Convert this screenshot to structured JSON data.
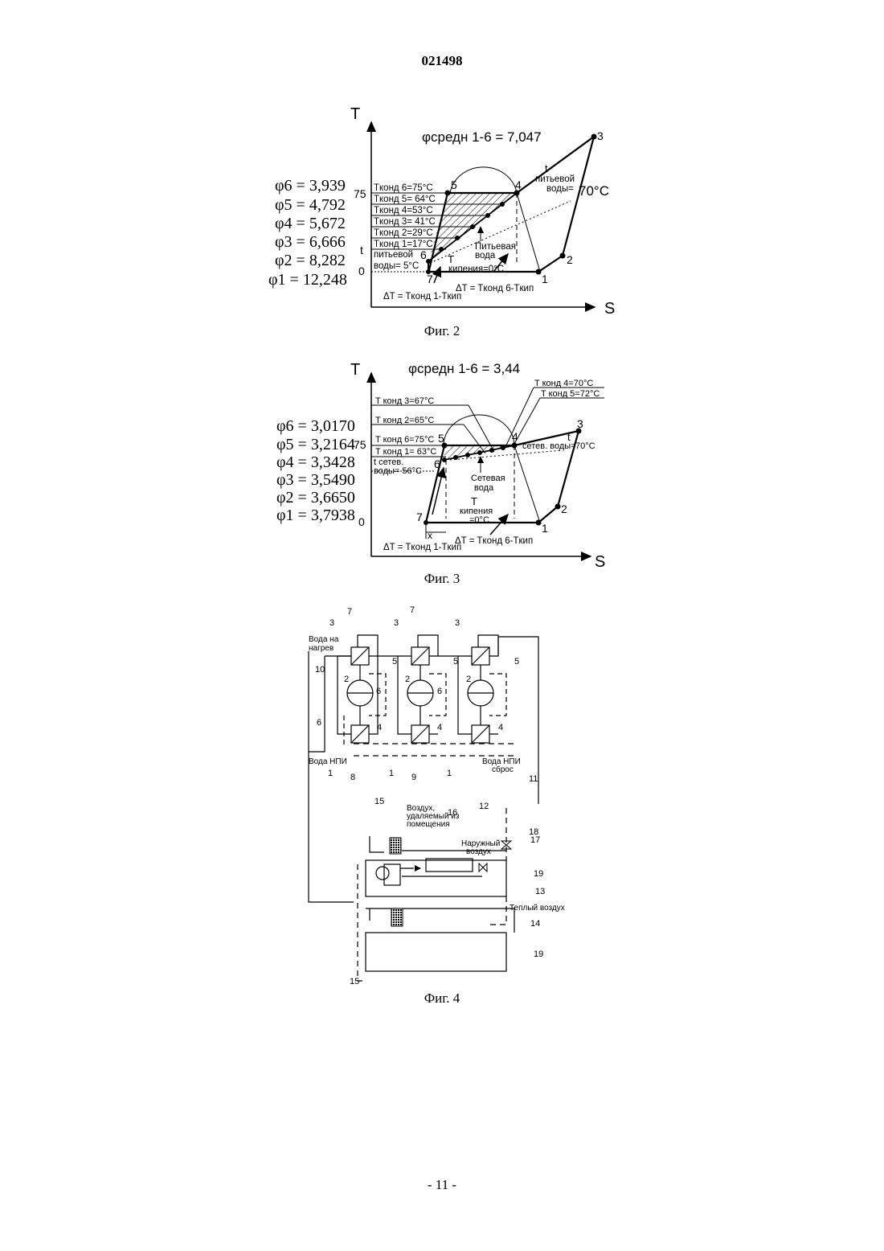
{
  "header": {
    "patent_number": "021498"
  },
  "footer": {
    "page_number": "- 11 -"
  },
  "fig2": {
    "caption": "Фиг. 2",
    "axis_t": "T",
    "axis_s": "S",
    "phi_avg": "φсредн 1-6 = 7,047",
    "phi_list": [
      "φ6 = 3,939",
      "φ5 = 4,792",
      "φ4 = 5,672",
      "φ3 = 6,666",
      "φ2 = 8,282",
      "φ1 = 12,248"
    ],
    "cond_labels": [
      "Tконд 6=75°C",
      "Tконд 5= 64°C",
      "Tконд 4=53°C",
      "Tконд 3= 41°C",
      "Tконд 2=29°C",
      "Tконд 1=17°C"
    ],
    "y75": "75",
    "y0": "0",
    "t_label": "t",
    "water_in": [
      "питьевой",
      "воды= 5°C"
    ],
    "water_out": [
      "t",
      "питьевой",
      "воды=",
      "70°C"
    ],
    "drink_water": [
      "Питьевая",
      "вода"
    ],
    "t_boil": [
      "T",
      "кипения=0°C"
    ],
    "dt_left": "ΔT = Tконд 1-Tкип",
    "dt_right": "ΔT = Tконд 6-Tкип",
    "points": [
      "1",
      "2",
      "3",
      "4",
      "5",
      "6",
      "7"
    ]
  },
  "fig3": {
    "caption": "Фиг. 3",
    "axis_t": "T",
    "axis_s": "S",
    "phi_avg": "φсредн 1-6 = 3,44",
    "phi_list": [
      "φ6 = 3,0170",
      "φ5 = 3,2164",
      "φ4 = 3,3428",
      "φ3 = 3,5490",
      "φ2 = 3,6650",
      "φ1 = 3,7938"
    ],
    "cond3": "T конд 3=67°C",
    "cond2": "T конд 2=65°C",
    "cond6": "T конд 6=75°C",
    "cond1": "T конд 1= 63°C",
    "cond4": "T конд 4=70°C",
    "cond5": "T конд 5=72°C",
    "y75": "75",
    "y0": "0",
    "water_in": [
      "t сетев.",
      "воды=  56°C"
    ],
    "water_out": [
      "t",
      "сетев. воды=",
      "70°C"
    ],
    "net_water": [
      "Сетевая",
      "вода"
    ],
    "t_boil": [
      "T",
      "кипения",
      "=0°C"
    ],
    "x_label": "x",
    "dt_left": "ΔT = Tконд 1-Tкип",
    "dt_right": "ΔT = Tконд 6-Tкип",
    "points": [
      "1",
      "2",
      "3",
      "4",
      "5",
      "6",
      "7"
    ]
  },
  "fig4": {
    "caption": "Фиг. 4",
    "water_heat": [
      "Вода на",
      "нагрев"
    ],
    "water_npi": "Вода НПИ",
    "water_npi_out": [
      "Вода НПИ",
      "сброс"
    ],
    "exhaust_air": [
      "Воздух,",
      "удаляемый из",
      "помещения"
    ],
    "outdoor_air": [
      "Наружный",
      "воздух"
    ],
    "warm_air": "Теплый воздух",
    "refs": [
      "1",
      "2",
      "3",
      "4",
      "5",
      "6",
      "7",
      "8",
      "9",
      "10",
      "11",
      "12",
      "13",
      "14",
      "15",
      "16",
      "17",
      "18",
      "19"
    ]
  }
}
